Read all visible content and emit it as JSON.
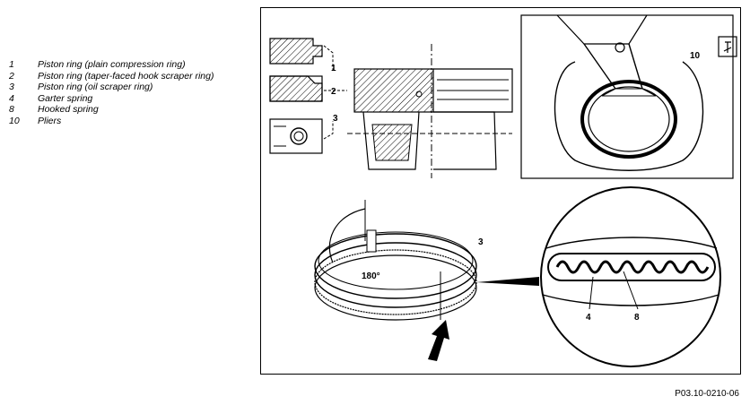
{
  "legend": [
    {
      "num": "1",
      "text": "Piston ring (plain compression ring)"
    },
    {
      "num": "2",
      "text": "Piston ring (taper-faced hook scraper ring)"
    },
    {
      "num": "3",
      "text": "Piston ring (oil scraper ring)"
    },
    {
      "num": "4",
      "text": "Garter spring"
    },
    {
      "num": "8",
      "text": "Hooked spring"
    },
    {
      "num": "10",
      "text": "Pliers"
    }
  ],
  "figure": {
    "labels": {
      "ring1": "1",
      "ring2": "2",
      "ring3": "3",
      "pliers": "10",
      "ring_assembly": "3",
      "angle": "180°",
      "garter": "4",
      "hooked": "8"
    },
    "icon": "tool-info-icon"
  },
  "caption": "P03.10-0210-06"
}
